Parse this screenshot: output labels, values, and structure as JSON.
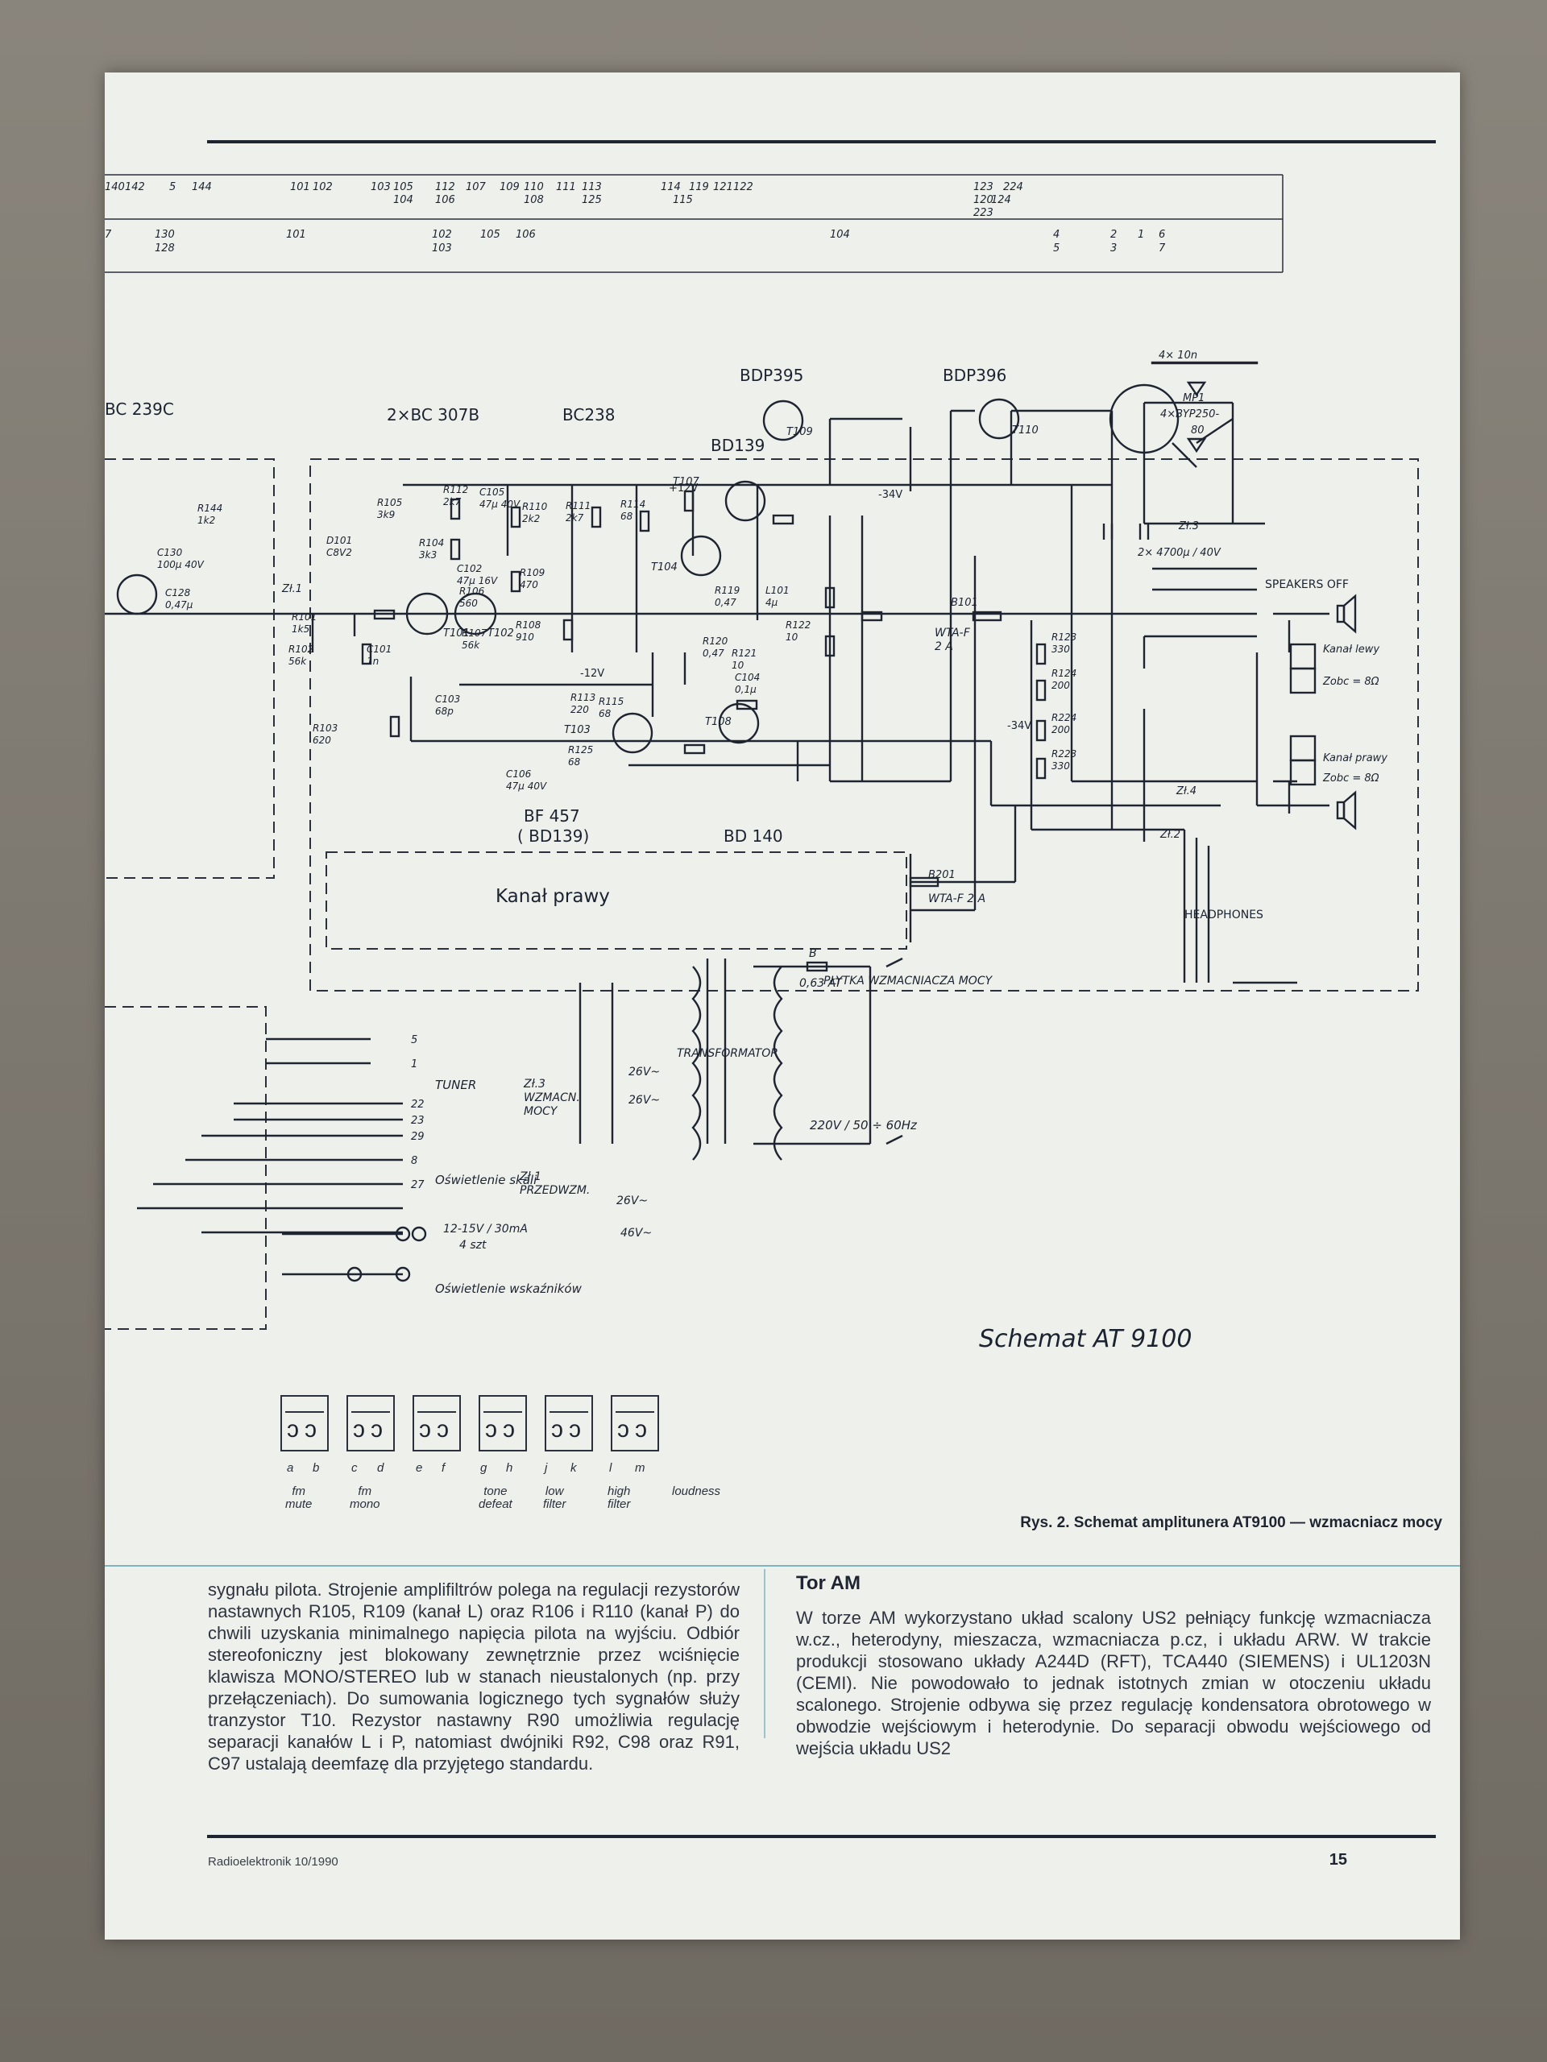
{
  "schematic": {
    "top_scale_row1": [
      "140",
      "142",
      "5",
      "144",
      "101",
      "102",
      "103",
      "105",
      "112",
      "107",
      "109",
      "110",
      "111",
      "113",
      "114",
      "119",
      "121",
      "122",
      "123",
      "224"
    ],
    "top_scale_row1b": [
      "104",
      "106",
      "108",
      "125",
      "115",
      "120",
      "124",
      "223"
    ],
    "top_scale_row2": [
      "7",
      "130",
      "101",
      "102",
      "105",
      "106",
      "104",
      "4",
      "2",
      "1",
      "6"
    ],
    "top_scale_row2b": [
      "128",
      "103",
      "5",
      "3",
      "7"
    ],
    "transistors": {
      "bc239c": "BC 239C",
      "bc307": "2×BC 307B",
      "bc238": "BC238",
      "bdp395": "BDP395",
      "bd139": "BD139",
      "bdp396": "BDP396",
      "bf457": "BF 457",
      "bd139b": "( BD139)",
      "bd140": "BD 140"
    },
    "labels": {
      "kanal_prawy": "Kanał  prawy",
      "plytka": "PŁYTKA  WZMACNIACZA  MOCY",
      "speakers_off": "SPEAKERS OFF",
      "kanal_lewy": "Kanał  lewy",
      "zobc_l": "Zobc = 8Ω",
      "kanal_prawy_r": "Kanał  prawy",
      "zobc_r": "Zobc = 8Ω",
      "headphones": "HEADPHONES",
      "transformator": "TRANSFORMATOR",
      "zl3_wzm": "Zł.3\nWZMACN.\nMOCY",
      "zl1_przed": "Zł.1\nPRZEDWZM.",
      "mains": "220V / 50 ÷ 60Hz",
      "fuse_b": "B",
      "fuse_val": "0,63 AT",
      "v26a": "26V~",
      "v26b": "26V~",
      "v26c": "26V~",
      "v46": "46V~",
      "tuner": "TUNER",
      "osw_skali": "Oświetlenie  skali",
      "lamps": "12-15V / 30mA",
      "lamps2": "4 szt",
      "osw_wsk": "Oświetlenie  wskaźników",
      "schemat_title": "Schemat   AT 9100",
      "bridge": "4× 10n",
      "mp1": "MP1",
      "bridge_diodes": "4×BYP250-",
      "bridge_80": "80",
      "caps_main": "2× 4700μ / 40V",
      "wta_101": "WTA-F\n2 A",
      "b101": "B101",
      "b201": "B201",
      "wta_201": "WTA-F  2 A",
      "m34v_a": "-34V",
      "m34v_b": "-34V",
      "p12v": "+12V",
      "m12v": "-12V",
      "t109": "T109",
      "t110": "T110",
      "t107": "T107",
      "t108": "T108",
      "t104": "T104",
      "t103": "T103",
      "t101": "T101",
      "t102": "T102",
      "zl3": "Zł.3",
      "zl4": "Zł.4",
      "zl2": "Zł.2",
      "zl1": "Zł.1"
    },
    "components": [
      {
        "name": "R105",
        "val": "3k9"
      },
      {
        "name": "R112",
        "val": "2k7"
      },
      {
        "name": "C105",
        "val": "47μ 40V"
      },
      {
        "name": "R110",
        "val": "2k2"
      },
      {
        "name": "R111",
        "val": "2k7"
      },
      {
        "name": "R114",
        "val": "68"
      },
      {
        "name": "D101",
        "val": "C8V2"
      },
      {
        "name": "R104",
        "val": "3k3"
      },
      {
        "name": "C102",
        "val": "47μ 16V"
      },
      {
        "name": "R109",
        "val": "470"
      },
      {
        "name": "R106",
        "val": "560"
      },
      {
        "name": "R107",
        "val": "56k"
      },
      {
        "name": "R108",
        "val": "910"
      },
      {
        "name": "R119",
        "val": "0,47"
      },
      {
        "name": "L101",
        "val": "4μ"
      },
      {
        "name": "R122",
        "val": "10"
      },
      {
        "name": "R120",
        "val": "0,47"
      },
      {
        "name": "R121",
        "val": "10"
      },
      {
        "name": "C104",
        "val": "0,1μ"
      },
      {
        "name": "R101",
        "val": "1k5"
      },
      {
        "name": "R102",
        "val": "56k"
      },
      {
        "name": "C101",
        "val": "1n"
      },
      {
        "name": "C103",
        "val": "68p"
      },
      {
        "name": "R103",
        "val": "620"
      },
      {
        "name": "R113",
        "val": "220"
      },
      {
        "name": "R115",
        "val": "68"
      },
      {
        "name": "C106",
        "val": "47μ 40V"
      },
      {
        "name": "R125",
        "val": "68"
      },
      {
        "name": "R123",
        "val": "330"
      },
      {
        "name": "R124",
        "val": "200"
      },
      {
        "name": "R224",
        "val": "200"
      },
      {
        "name": "R223",
        "val": "330"
      },
      {
        "name": "C130",
        "val": "100μ 40V"
      },
      {
        "name": "C128",
        "val": "0,47μ"
      },
      {
        "name": "R144",
        "val": "1k2"
      }
    ],
    "keys": [
      "a",
      "b",
      "c",
      "d",
      "e",
      "f",
      "g",
      "h",
      "j",
      "k",
      "l",
      "m"
    ],
    "key_functions": [
      "fm\nmute",
      "fm\nmono",
      "tone\ndefeat",
      "low\nfilter",
      "high\nfilter",
      "loudness"
    ],
    "tuner_pins": [
      "5",
      "1",
      "22",
      "23",
      "29",
      "8",
      "27"
    ]
  },
  "caption": "Rys. 2. Schemat amplitunera AT9100 — wzmacniacz mocy",
  "left_column": "sygnału pilota. Strojenie amplifiltrów polega na regulacji rezystorów nastawnych R105, R109 (kanał L) oraz R106 i R110 (kanał P) do chwili uzyskania minimalnego napięcia pilota na wyjściu. Odbiór stereofoniczny jest blokowany zewnętrznie przez wciśnięcie klawisza MONO/STEREO lub w stanach nieustalonych (np. przy przełączeniach). Do sumowania logicznego tych sygnałów służy tranzystor T10. Rezystor nastawny R90 umożliwia regulację separacji kanałów L i P, natomiast dwójniki R92, C98 oraz R91, C97 ustalają deemfazę dla przyjętego standardu.",
  "right_column": {
    "title": "Tor AM",
    "body": "W torze AM wykorzystano układ scalony US2 pełniący funkcję wzmacniacza w.cz., heterodyny, mieszacza, wzmacniacza p.cz, i układu ARW. W trakcie produkcji stosowano układy A244D (RFT), TCA440 (SIEMENS) i UL1203N (CEMI). Nie powodowało to jednak istotnych zmian w otoczeniu układu scalonego. Strojenie odbywa się przez regulację kondensatora obrotowego w obwodzie wejściowym i heterodynie. Do separacji obwodu wejściowego od wejścia układu US2"
  },
  "footer": {
    "magazine": "Radioelektronik 10/1990",
    "page": "15"
  }
}
